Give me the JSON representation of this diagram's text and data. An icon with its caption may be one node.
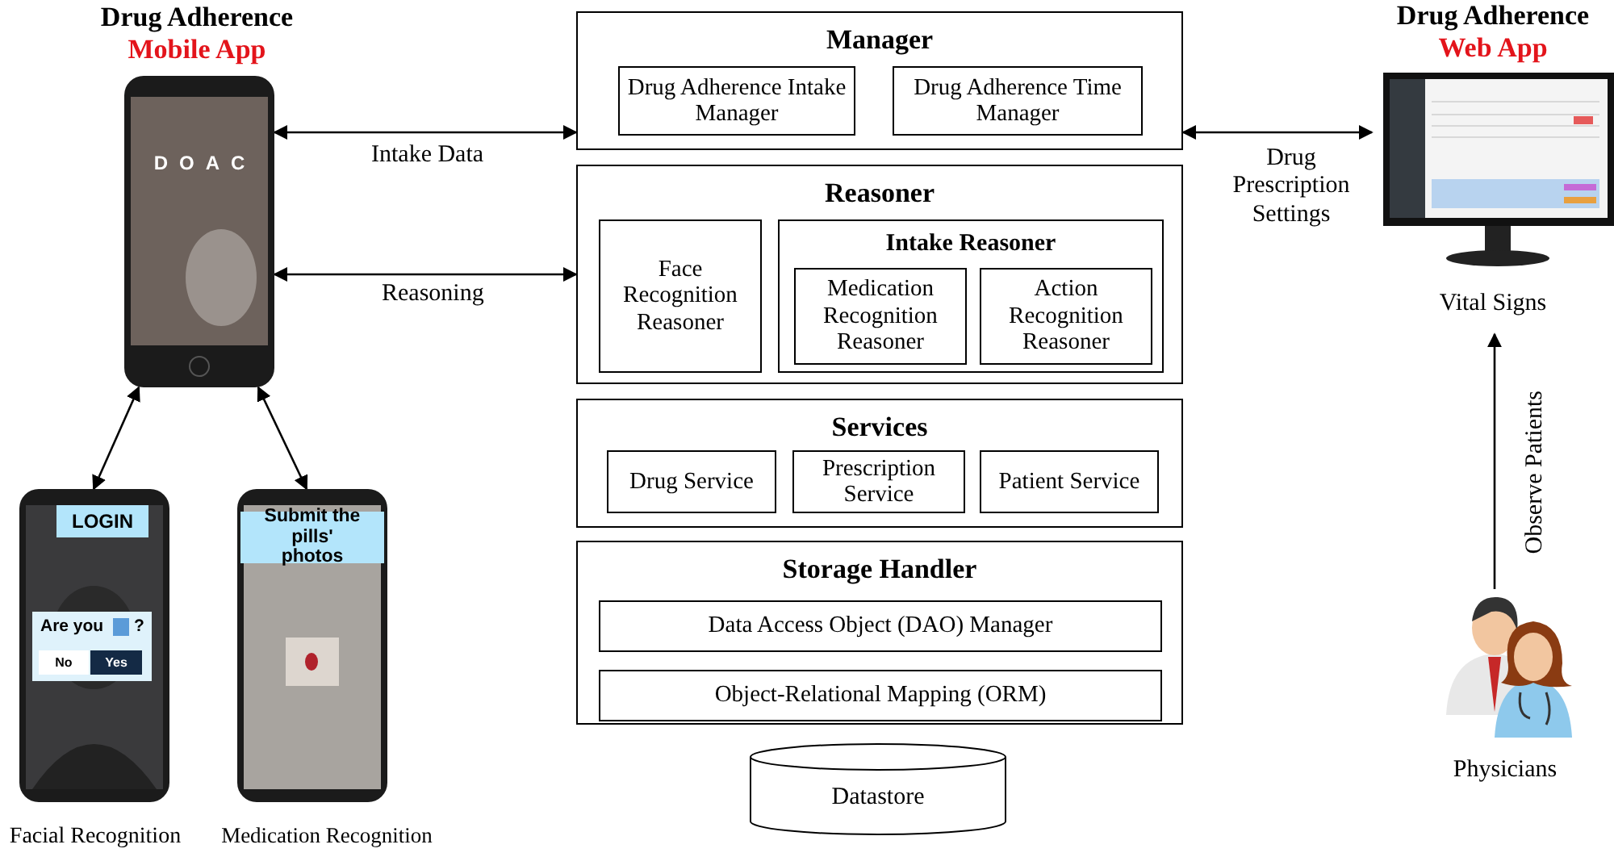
{
  "diagram": {
    "nodes": [
      {
        "text": [
          "Drug Adherence",
          "Mobile App",
          "DOAC"
        ]
      },
      {
        "text": [
          "LOGIN",
          "Are you",
          "?",
          "No",
          "Yes"
        ],
        "beside": [
          "Facial Recognition"
        ]
      },
      {
        "text": [
          "Submit the pills' photos"
        ],
        "beside": [
          "Medication Recognition"
        ]
      },
      {
        "text": [
          "Manager"
        ]
      },
      {
        "text": [
          "Drug Adherence Intake Manager"
        ],
        "in": 3
      },
      {
        "text": [
          "Drug Adherence Time Manager"
        ],
        "in": 3
      },
      {
        "text": [
          "Reasoner"
        ]
      },
      {
        "text": [
          "Face Recognition Reasoner"
        ],
        "in": 6
      },
      {
        "text": [
          "Intake Reasoner"
        ],
        "in": 6
      },
      {
        "text": [
          "Medication Recognition Reasoner"
        ],
        "in": 8
      },
      {
        "text": [
          "Action Recognition Reasoner"
        ],
        "in": 8
      },
      {
        "text": [
          "Services"
        ]
      },
      {
        "text": [
          "Drug Service"
        ],
        "in": 11
      },
      {
        "text": [
          "Prescription Service"
        ],
        "in": 11
      },
      {
        "text": [
          "Patient Service"
        ],
        "in": 11
      },
      {
        "text": [
          "Storage Handler"
        ]
      },
      {
        "text": [
          "Data Access Object (DAO) Manager"
        ],
        "in": 15
      },
      {
        "text": [
          "Object-Relational Mapping (ORM)"
        ],
        "in": 15
      },
      {
        "text": [
          "Datastore"
        ]
      },
      {
        "text": [
          "Drug Adherence",
          "Web App"
        ],
        "beside": [
          "Vital Signs"
        ]
      },
      {
        "text": [],
        "shape": "person",
        "beside": [
          "Physicians"
        ]
      }
    ],
    "edges": [
      {
        "from": 3,
        "to": 0,
        "arrow": "both",
        "label": "Intake Data"
      },
      {
        "from": 6,
        "to": 0,
        "arrow": "both",
        "label": "Reasoning"
      },
      {
        "from": 3,
        "to": 19,
        "arrow": "both",
        "label": "Drug Prescription Settings"
      },
      {
        "from": 0,
        "to": 1,
        "arrow": "both"
      },
      {
        "from": 0,
        "to": 2,
        "arrow": "both"
      },
      {
        "from": 20,
        "to": 19,
        "arrow": "to",
        "label": "Observe Patients"
      }
    ]
  }
}
